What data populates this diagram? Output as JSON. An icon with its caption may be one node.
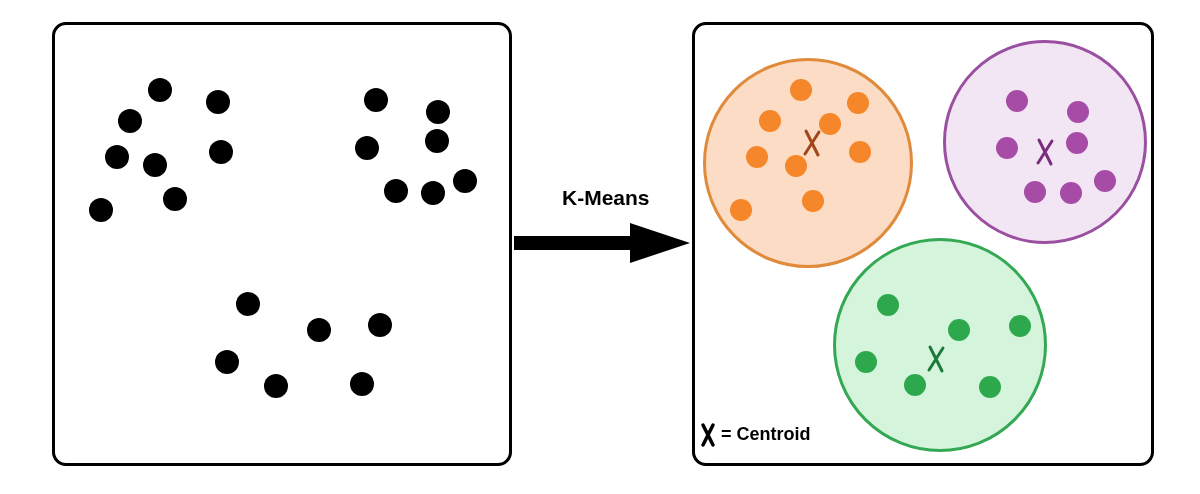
{
  "diagram": {
    "nodes": [
      {
        "text": [],
        "shape": "box"
      },
      {
        "text": [],
        "shape": "box"
      },
      {
        "text": [],
        "shape": "circle",
        "in": 1
      },
      {
        "text": [],
        "shape": "circle",
        "in": 1
      },
      {
        "text": [],
        "shape": "circle",
        "in": 1
      }
    ],
    "edges": [
      {
        "from": 0,
        "to": 1,
        "arrow": "to",
        "label": "K-Means"
      }
    ],
    "legend": [
      {
        "text": "= Centroid"
      }
    ]
  }
}
